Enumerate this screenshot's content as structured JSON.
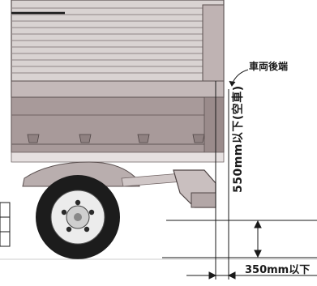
{
  "labels": {
    "rear_end": "車両後端",
    "height_limit": "550mm以下(空車)",
    "horizontal_limit": "350mm以下"
  },
  "colors": {
    "body_panel": "#d9d3d2",
    "body_panel_dark": "#b9aeae",
    "frame": "#a89a9a",
    "outline": "#5a4f4f",
    "tire": "#1c1c1c",
    "wheel": "#ececec",
    "dimension_line": "#1a1a1a"
  }
}
